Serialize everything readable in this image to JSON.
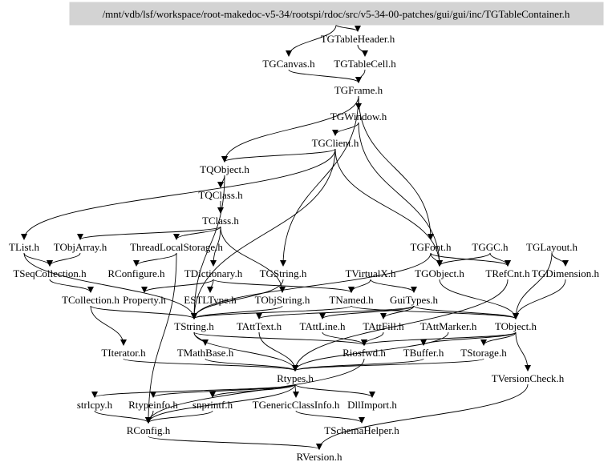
{
  "root": "/mnt/vdb/lsf/workspace/root-makedoc-v5-34/rootspi/rdoc/src/v5-34-00-patches/gui/gui/inc/TGTableContainer.h",
  "root_fill": "#d3d3d3",
  "nodes": [
    "TGTableHeader.h",
    "TGCanvas.h",
    "TGTableCell.h",
    "TGFrame.h",
    "TGWindow.h",
    "TGClient.h",
    "TQObject.h",
    "TQClass.h",
    "TClass.h",
    "TList.h",
    "TObjArray.h",
    "ThreadLocalStorage.h",
    "TGFont.h",
    "TGGC.h",
    "TGLayout.h",
    "TSeqCollection.h",
    "RConfigure.h",
    "TDictionary.h",
    "TGString.h",
    "TVirtualX.h",
    "TGObject.h",
    "TRefCnt.h",
    "TGDimension.h",
    "TCollection.h",
    "Property.h",
    "ESTLType.h",
    "TObjString.h",
    "TNamed.h",
    "GuiTypes.h",
    "TString.h",
    "TAttText.h",
    "TAttLine.h",
    "TAttFill.h",
    "TAttMarker.h",
    "TObject.h",
    "TIterator.h",
    "TMathBase.h",
    "Riosfwd.h",
    "TBuffer.h",
    "TStorage.h",
    "Rtypes.h",
    "TVersionCheck.h",
    "strlcpy.h",
    "Rtypeinfo.h",
    "snprintf.h",
    "TGenericClassInfo.h",
    "DllImport.h",
    "RConfig.h",
    "TSchemaHelper.h",
    "RVersion.h"
  ],
  "edges": [
    [
      "ROOT",
      "TGTableHeader.h"
    ],
    [
      "ROOT",
      "TGCanvas.h"
    ],
    [
      "TGTableHeader.h",
      "TGTableCell.h"
    ],
    [
      "TGCanvas.h",
      "TGFrame.h"
    ],
    [
      "TGTableCell.h",
      "TGFrame.h"
    ],
    [
      "TGFrame.h",
      "TGWindow.h"
    ],
    [
      "TGFrame.h",
      "TQObject.h"
    ],
    [
      "TGFrame.h",
      "TGString.h"
    ],
    [
      "TGFrame.h",
      "TGFont.h"
    ],
    [
      "TGWindow.h",
      "TGClient.h"
    ],
    [
      "TGWindow.h",
      "TGObject.h"
    ],
    [
      "TGClient.h",
      "TQObject.h"
    ],
    [
      "TGClient.h",
      "TList.h"
    ],
    [
      "TGClient.h",
      "TGObject.h"
    ],
    [
      "TGClient.h",
      "TString.h"
    ],
    [
      "TQObject.h",
      "TQClass.h"
    ],
    [
      "TQObject.h",
      "TString.h"
    ],
    [
      "TQClass.h",
      "TClass.h"
    ],
    [
      "TClass.h",
      "TObjArray.h"
    ],
    [
      "TClass.h",
      "ThreadLocalStorage.h"
    ],
    [
      "TClass.h",
      "TDictionary.h"
    ],
    [
      "TClass.h",
      "TObjString.h"
    ],
    [
      "TList.h",
      "TSeqCollection.h"
    ],
    [
      "TList.h",
      "TString.h"
    ],
    [
      "TObjArray.h",
      "TSeqCollection.h"
    ],
    [
      "ThreadLocalStorage.h",
      "RConfigure.h"
    ],
    [
      "ThreadLocalStorage.h",
      "RConfig.h"
    ],
    [
      "TSeqCollection.h",
      "TCollection.h"
    ],
    [
      "TCollection.h",
      "TIterator.h"
    ],
    [
      "TCollection.h",
      "TString.h"
    ],
    [
      "TDictionary.h",
      "Property.h"
    ],
    [
      "TDictionary.h",
      "ESTLType.h"
    ],
    [
      "TDictionary.h",
      "TNamed.h"
    ],
    [
      "TGString.h",
      "TString.h"
    ],
    [
      "TVirtualX.h",
      "TNamed.h"
    ],
    [
      "TVirtualX.h",
      "GuiTypes.h"
    ],
    [
      "TGFont.h",
      "TGObject.h"
    ],
    [
      "TGFont.h",
      "TRefCnt.h"
    ],
    [
      "TGFont.h",
      "TString.h"
    ],
    [
      "TGGC.h",
      "TGObject.h"
    ],
    [
      "TGGC.h",
      "TRefCnt.h"
    ],
    [
      "TGLayout.h",
      "TGDimension.h"
    ],
    [
      "TGLayout.h",
      "TObject.h"
    ],
    [
      "TGObject.h",
      "TObject.h"
    ],
    [
      "TRefCnt.h",
      "Rtypes.h"
    ],
    [
      "TGDimension.h",
      "TObject.h"
    ],
    [
      "TObjString.h",
      "TString.h"
    ],
    [
      "TNamed.h",
      "TString.h"
    ],
    [
      "TNamed.h",
      "TObject.h"
    ],
    [
      "GuiTypes.h",
      "TObject.h"
    ],
    [
      "GuiTypes.h",
      "TAttText.h"
    ],
    [
      "GuiTypes.h",
      "TAttLine.h"
    ],
    [
      "GuiTypes.h",
      "TAttFill.h"
    ],
    [
      "TString.h",
      "TMathBase.h"
    ],
    [
      "TString.h",
      "Riosfwd.h"
    ],
    [
      "TString.h",
      "Rtypes.h"
    ],
    [
      "TAttText.h",
      "Rtypes.h"
    ],
    [
      "TAttLine.h",
      "Riosfwd.h"
    ],
    [
      "TAttFill.h",
      "Riosfwd.h"
    ],
    [
      "TAttMarker.h",
      "Rtypes.h"
    ],
    [
      "TObject.h",
      "TStorage.h"
    ],
    [
      "TObject.h",
      "TBuffer.h"
    ],
    [
      "TObject.h",
      "TVersionCheck.h"
    ],
    [
      "TObject.h",
      "Riosfwd.h"
    ],
    [
      "TIterator.h",
      "Rtypes.h"
    ],
    [
      "TMathBase.h",
      "Rtypes.h"
    ],
    [
      "TBuffer.h",
      "Rtypes.h"
    ],
    [
      "TStorage.h",
      "Rtypes.h"
    ],
    [
      "TVersionCheck.h",
      "RVersion.h"
    ],
    [
      "Rtypes.h",
      "strlcpy.h"
    ],
    [
      "Rtypes.h",
      "Rtypeinfo.h"
    ],
    [
      "Rtypes.h",
      "snprintf.h"
    ],
    [
      "Rtypes.h",
      "TGenericClassInfo.h"
    ],
    [
      "Rtypes.h",
      "DllImport.h"
    ],
    [
      "Rtypes.h",
      "RConfig.h"
    ],
    [
      "strlcpy.h",
      "RConfig.h"
    ],
    [
      "Rtypeinfo.h",
      "RConfig.h"
    ],
    [
      "snprintf.h",
      "RConfig.h"
    ],
    [
      "TGenericClassInfo.h",
      "TSchemaHelper.h"
    ],
    [
      "Riosfwd.h",
      "RConfig.h"
    ],
    [
      "RConfig.h",
      "RVersion.h"
    ]
  ]
}
